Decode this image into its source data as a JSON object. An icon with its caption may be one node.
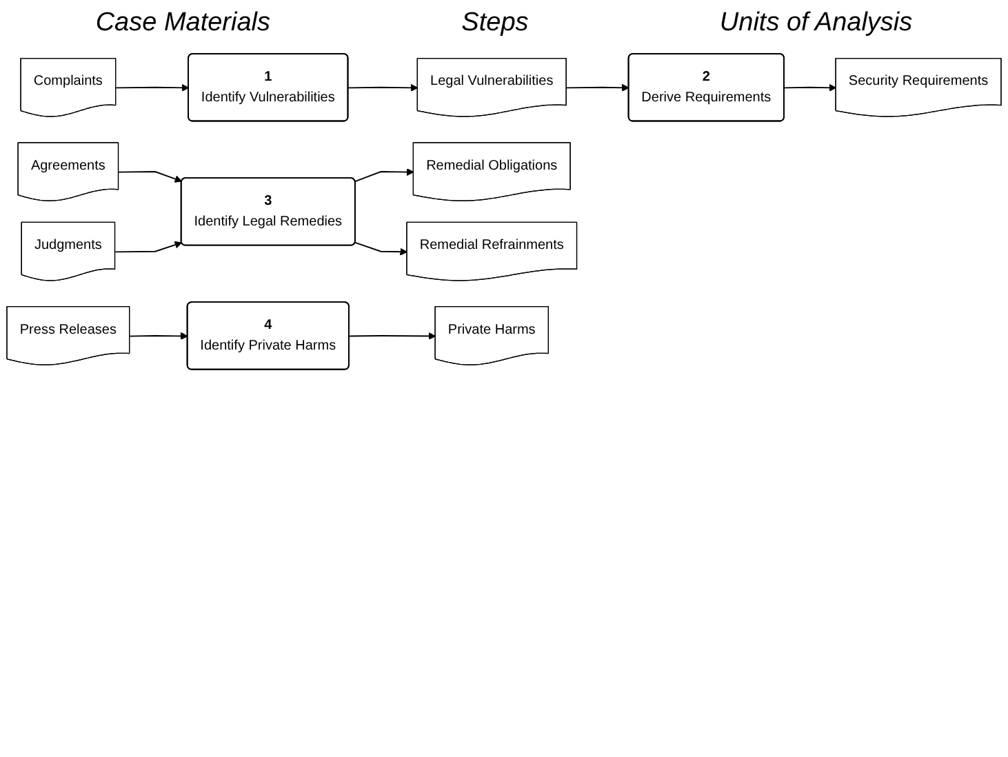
{
  "diagram": {
    "nodes": [
      {
        "text": [
          "Complaints"
        ]
      },
      {
        "text": [
          "1",
          "Identify Vulnerabilities"
        ]
      },
      {
        "text": [
          "Legal Vulnerabilities"
        ]
      },
      {
        "text": [
          "2",
          "Derive Requirements"
        ]
      },
      {
        "text": [
          "Security Requirements"
        ]
      },
      {
        "text": [
          "Agreements"
        ]
      },
      {
        "text": [
          "Judgments"
        ]
      },
      {
        "text": [
          "3",
          "Identify Legal Remedies"
        ]
      },
      {
        "text": [
          "Remedial Obligations"
        ]
      },
      {
        "text": [
          "Remedial Refrainments"
        ]
      },
      {
        "text": [
          "Press Releases"
        ]
      },
      {
        "text": [
          "4",
          "Identify Private Harms"
        ]
      },
      {
        "text": [
          "Private Harms"
        ]
      }
    ],
    "edges": [
      {
        "from": 0,
        "to": 1,
        "arrow": "to"
      },
      {
        "from": 1,
        "to": 2,
        "arrow": "to"
      },
      {
        "from": 2,
        "to": 3,
        "arrow": "to"
      },
      {
        "from": 3,
        "to": 4,
        "arrow": "to"
      },
      {
        "from": 5,
        "to": 7,
        "arrow": "to"
      },
      {
        "from": 6,
        "to": 7,
        "arrow": "to"
      },
      {
        "from": 7,
        "to": 8,
        "arrow": "to"
      },
      {
        "from": 7,
        "to": 9,
        "arrow": "to"
      },
      {
        "from": 10,
        "to": 11,
        "arrow": "to"
      },
      {
        "from": 11,
        "to": 12,
        "arrow": "to"
      }
    ],
    "labels": [
      "Case Materials",
      "Steps",
      "Units of Analysis"
    ]
  }
}
